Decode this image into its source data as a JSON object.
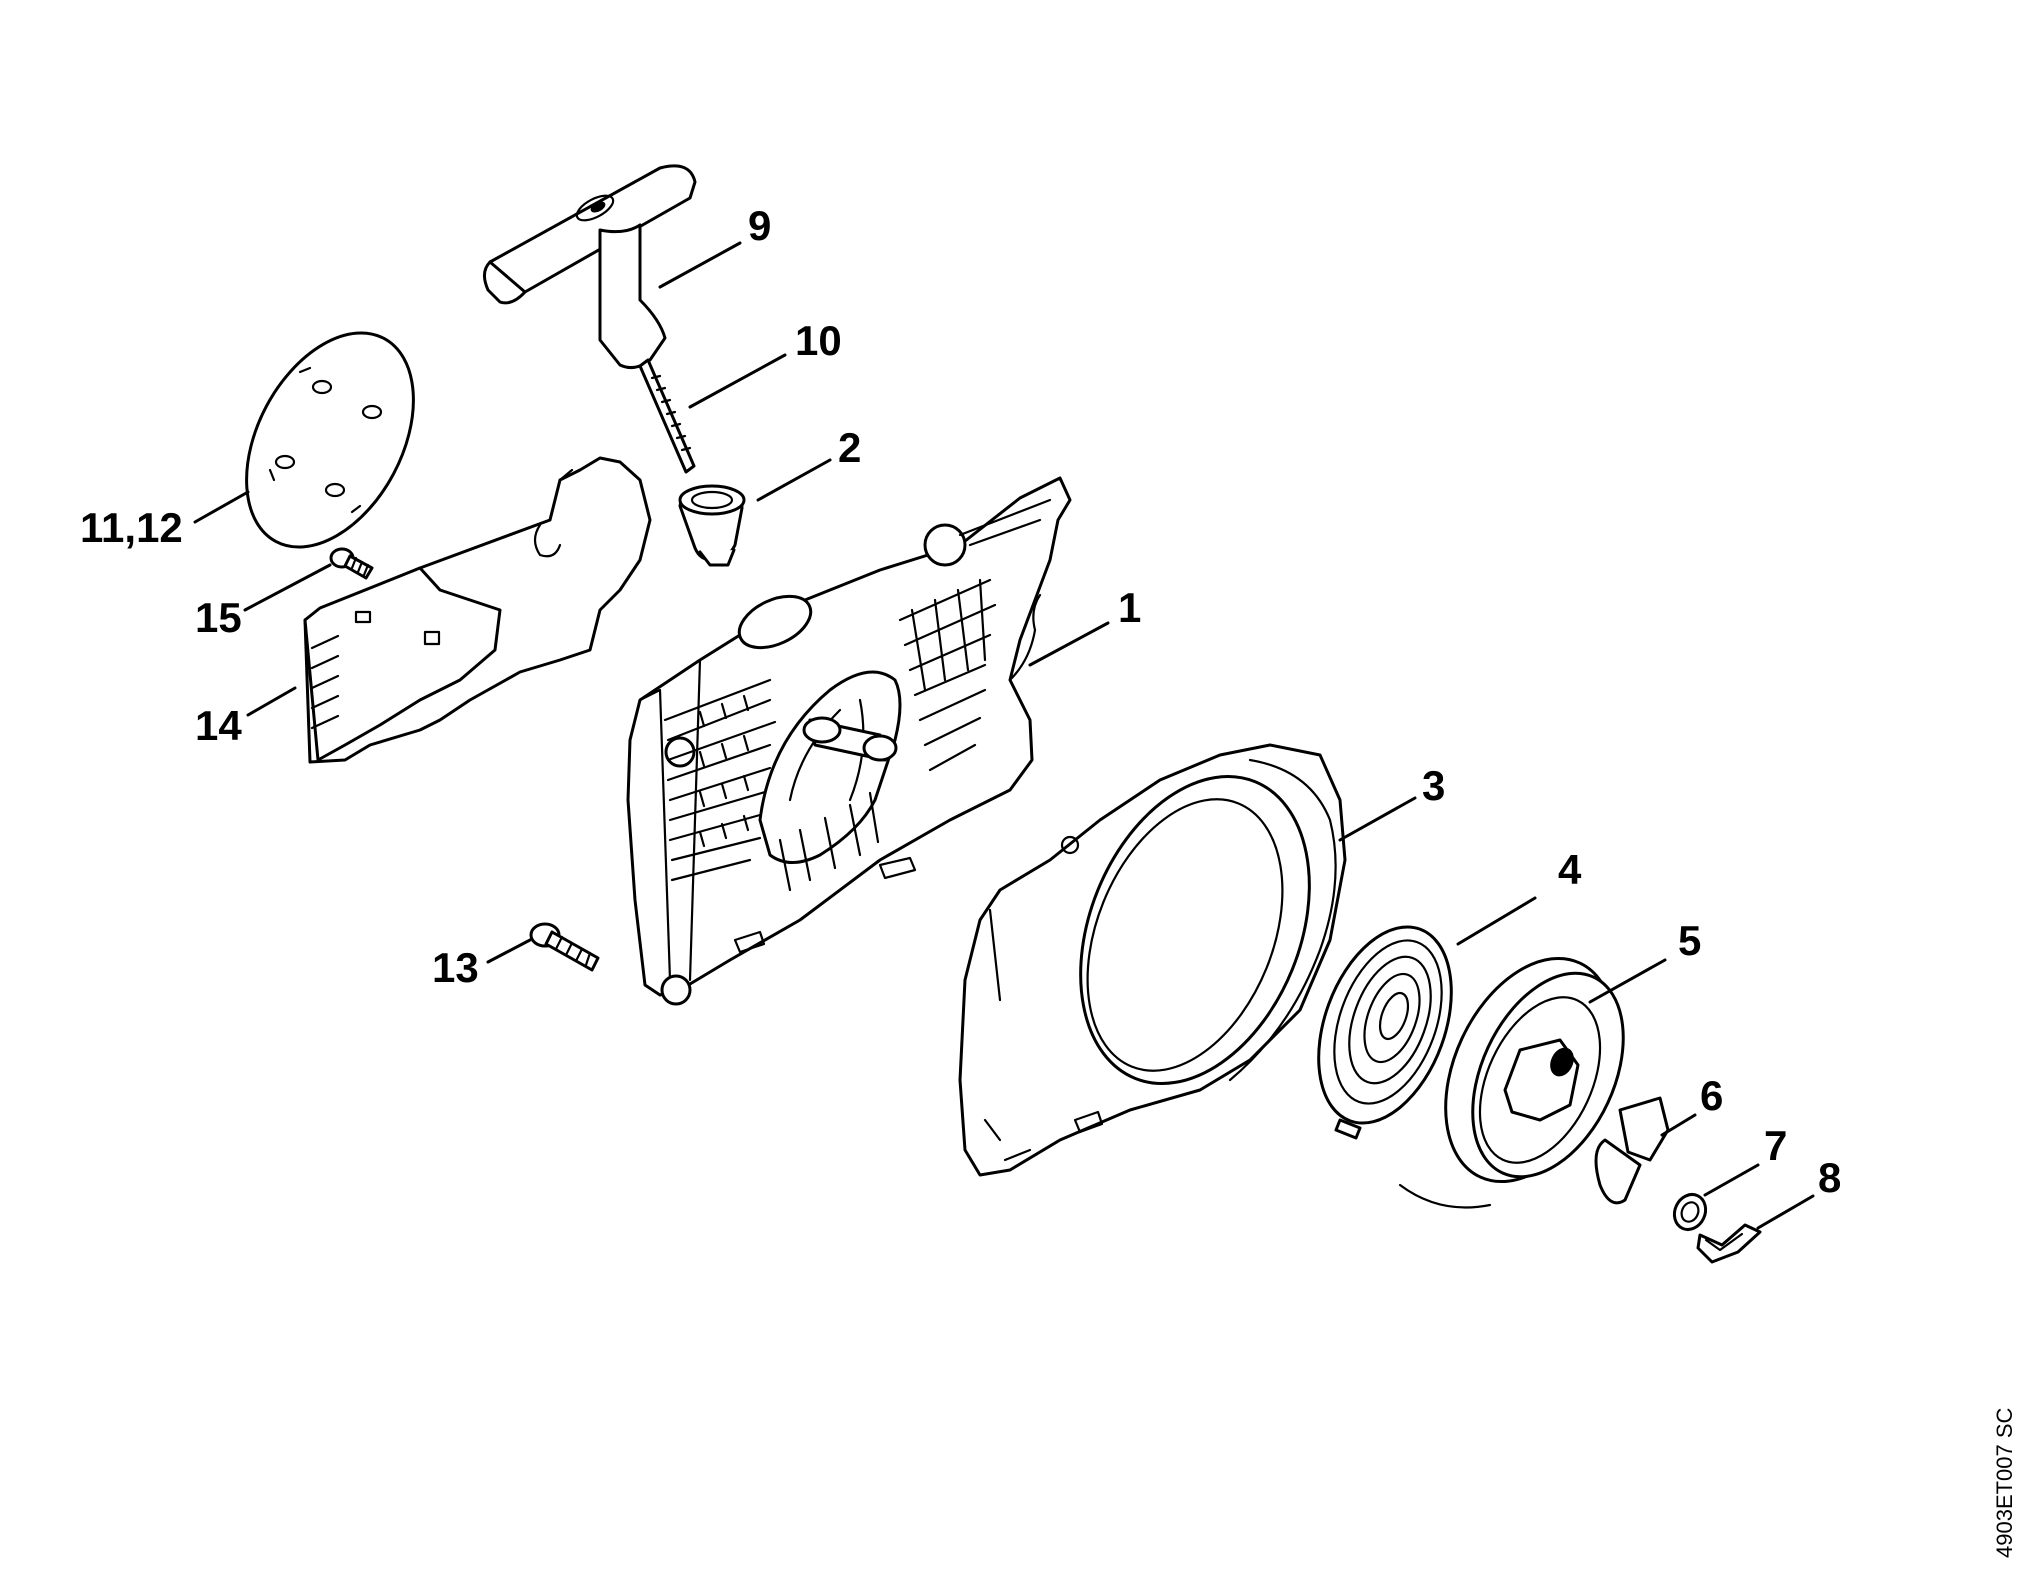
{
  "diagram": {
    "reference_code": "4903ET007 SC",
    "callouts": {
      "fan_housing": "1",
      "rope_guide_bush": "2",
      "spring_housing": "3",
      "rewind_spring": "4",
      "rope_rotor": "5",
      "pawl": "6",
      "washer": "7",
      "spring_clip": "8",
      "starter_grip": "9",
      "starter_rope": "10",
      "plate": "11,12",
      "screw_housing": "13",
      "cover": "14",
      "screw_cover": "15"
    }
  }
}
